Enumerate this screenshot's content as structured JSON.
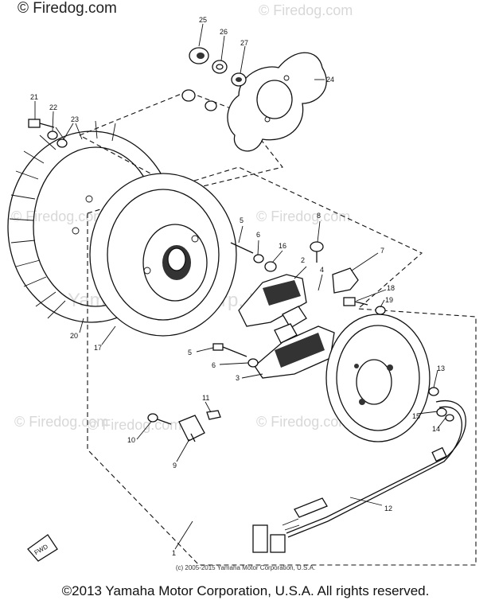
{
  "corner_brand": "© Firedog.com",
  "watermarks": [
    "© Firedog.com",
    "© Firedog.com",
    "© Firedog.com",
    "© Firedog.com",
    "© Firedog.com",
    "© Firedog.com"
  ],
  "center_watermark": "Yamaha Motor Corp, U.S.A.",
  "fwd_label": "FWD",
  "small_copyright": "(c) 2005-2015 Yamaha Motor Corporation, U.S.A.",
  "footer_copyright": "©2013 Yamaha Motor Corporation, U.S.A. All rights reserved.",
  "part_labels": [
    "1",
    "2",
    "3",
    "4",
    "5",
    "6",
    "7",
    "8",
    "9",
    "10",
    "11",
    "12",
    "13",
    "14",
    "15",
    "16",
    "17",
    "18",
    "19",
    "20",
    "21",
    "22",
    "23",
    "24",
    "25",
    "26",
    "27",
    "5",
    "6"
  ]
}
